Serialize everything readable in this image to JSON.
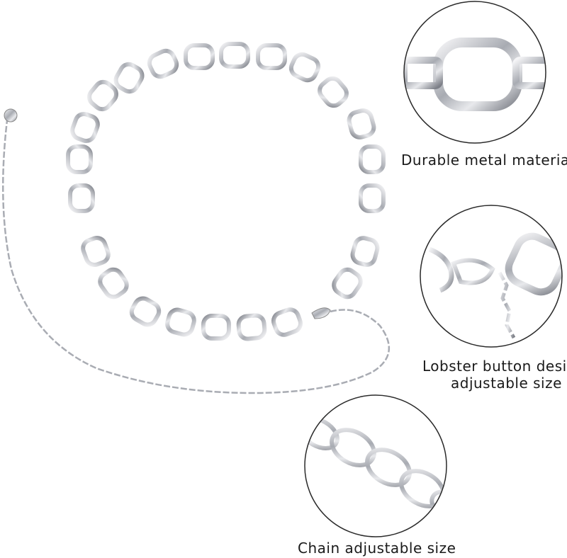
{
  "callouts": [
    {
      "caption": "Durable metal material"
    },
    {
      "caption_line1": "Lobster button design,",
      "caption_line2": "adjustable size"
    },
    {
      "caption": "Chain adjustable size"
    }
  ]
}
